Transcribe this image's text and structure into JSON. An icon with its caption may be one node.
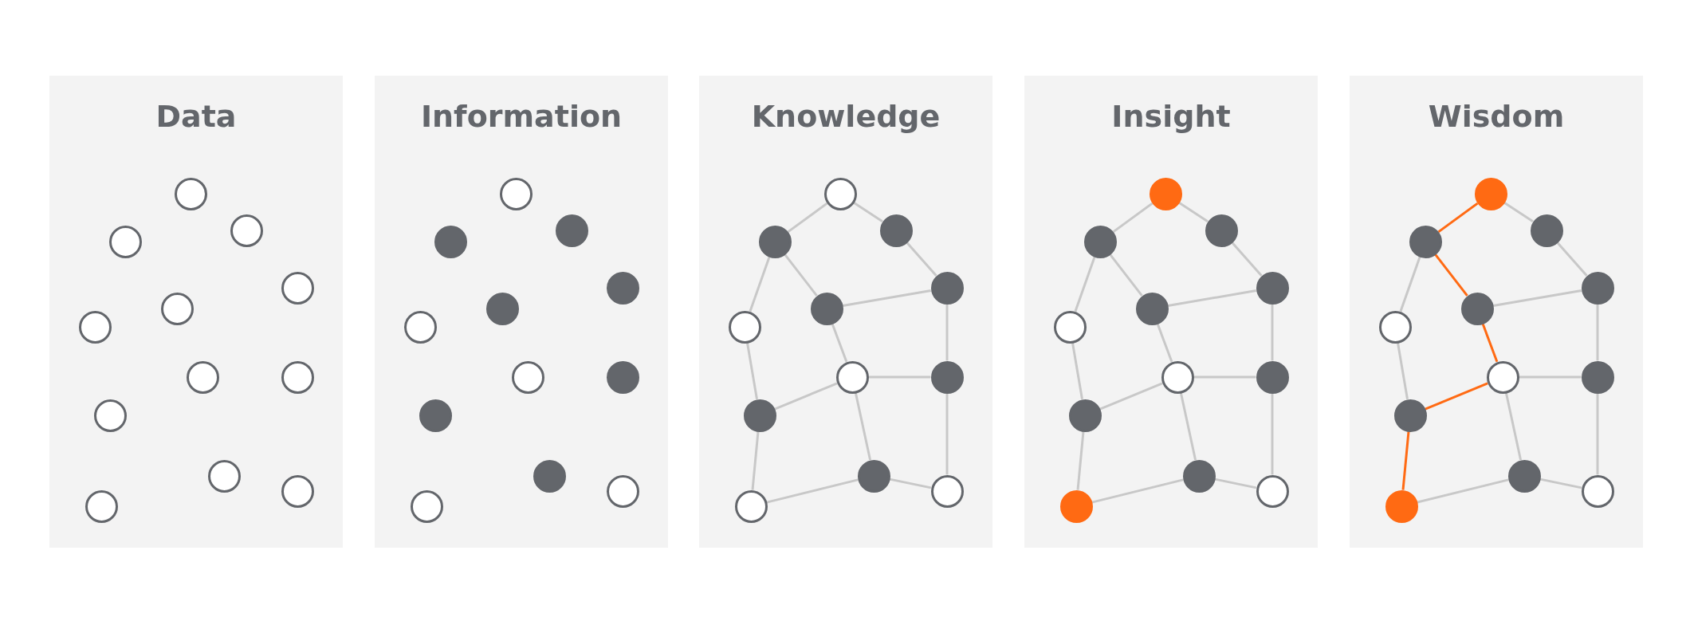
{
  "diagram": {
    "nodes": [
      {
        "text": [
          "Data"
        ]
      },
      {
        "text": [],
        "shape": "circle",
        "in": 0
      },
      {
        "text": [],
        "shape": "circle",
        "in": 0
      },
      {
        "text": [],
        "shape": "circle",
        "in": 0
      },
      {
        "text": [],
        "shape": "circle",
        "in": 0
      },
      {
        "text": [],
        "shape": "circle",
        "in": 0
      },
      {
        "text": [],
        "shape": "circle",
        "in": 0
      },
      {
        "text": [],
        "shape": "circle",
        "in": 0
      },
      {
        "text": [],
        "shape": "circle",
        "in": 0
      },
      {
        "text": [],
        "shape": "circle",
        "in": 0
      },
      {
        "text": [],
        "shape": "circle",
        "in": 0
      },
      {
        "text": [],
        "shape": "circle",
        "in": 0
      },
      {
        "text": [],
        "shape": "circle",
        "in": 0
      },
      {
        "text": [
          "Information"
        ]
      },
      {
        "text": [],
        "shape": "circle",
        "in": 13
      },
      {
        "text": [],
        "shape": "circle",
        "in": 13
      },
      {
        "text": [],
        "shape": "circle",
        "in": 13
      },
      {
        "text": [],
        "shape": "circle",
        "in": 13
      },
      {
        "text": [],
        "shape": "circle",
        "in": 13
      },
      {
        "text": [],
        "shape": "circle",
        "in": 13
      },
      {
        "text": [],
        "shape": "circle",
        "in": 13
      },
      {
        "text": [],
        "shape": "circle",
        "in": 13
      },
      {
        "text": [],
        "shape": "circle",
        "in": 13
      },
      {
        "text": [],
        "shape": "circle",
        "in": 13
      },
      {
        "text": [],
        "shape": "circle",
        "in": 13
      },
      {
        "text": [],
        "shape": "circle",
        "in": 13
      },
      {
        "text": [
          "Knowledge"
        ]
      },
      {
        "text": [],
        "shape": "circle",
        "in": 26
      },
      {
        "text": [],
        "shape": "circle",
        "in": 26
      },
      {
        "text": [],
        "shape": "circle",
        "in": 26
      },
      {
        "text": [],
        "shape": "circle",
        "in": 26
      },
      {
        "text": [],
        "shape": "circle",
        "in": 26
      },
      {
        "text": [],
        "shape": "circle",
        "in": 26
      },
      {
        "text": [],
        "shape": "circle",
        "in": 26
      },
      {
        "text": [],
        "shape": "circle",
        "in": 26
      },
      {
        "text": [],
        "shape": "circle",
        "in": 26
      },
      {
        "text": [],
        "shape": "circle",
        "in": 26
      },
      {
        "text": [],
        "shape": "circle",
        "in": 26
      },
      {
        "text": [],
        "shape": "circle",
        "in": 26
      },
      {
        "text": [
          "Insight"
        ]
      },
      {
        "text": [],
        "shape": "circle",
        "in": 39
      },
      {
        "text": [],
        "shape": "circle",
        "in": 39
      },
      {
        "text": [],
        "shape": "circle",
        "in": 39
      },
      {
        "text": [],
        "shape": "circle",
        "in": 39
      },
      {
        "text": [],
        "shape": "circle",
        "in": 39
      },
      {
        "text": [],
        "shape": "circle",
        "in": 39
      },
      {
        "text": [],
        "shape": "circle",
        "in": 39
      },
      {
        "text": [],
        "shape": "circle",
        "in": 39
      },
      {
        "text": [],
        "shape": "circle",
        "in": 39
      },
      {
        "text": [],
        "shape": "circle",
        "in": 39
      },
      {
        "text": [],
        "shape": "circle",
        "in": 39
      },
      {
        "text": [],
        "shape": "circle",
        "in": 39
      },
      {
        "text": [
          "Wisdom"
        ]
      },
      {
        "text": [],
        "shape": "circle",
        "in": 52
      },
      {
        "text": [],
        "shape": "circle",
        "in": 52
      },
      {
        "text": [],
        "shape": "circle",
        "in": 52
      },
      {
        "text": [],
        "shape": "circle",
        "in": 52
      },
      {
        "text": [],
        "shape": "circle",
        "in": 52
      },
      {
        "text": [],
        "shape": "circle",
        "in": 52
      },
      {
        "text": [],
        "shape": "circle",
        "in": 52
      },
      {
        "text": [],
        "shape": "circle",
        "in": 52
      },
      {
        "text": [],
        "shape": "circle",
        "in": 52
      },
      {
        "text": [],
        "shape": "circle",
        "in": 52
      },
      {
        "text": [],
        "shape": "circle",
        "in": 52
      },
      {
        "text": [],
        "shape": "circle",
        "in": 52
      }
    ],
    "edges": [
      {
        "from": 27,
        "to": 29,
        "arrow": "none"
      },
      {
        "from": 27,
        "to": 28,
        "arrow": "none"
      },
      {
        "from": 28,
        "to": 30,
        "arrow": "none"
      },
      {
        "from": 29,
        "to": 31,
        "arrow": "none"
      },
      {
        "from": 29,
        "to": 32,
        "arrow": "none"
      },
      {
        "from": 31,
        "to": 30,
        "arrow": "none"
      },
      {
        "from": 31,
        "to": 33,
        "arrow": "none"
      },
      {
        "from": 30,
        "to": 34,
        "arrow": "none"
      },
      {
        "from": 33,
        "to": 34,
        "arrow": "none"
      },
      {
        "from": 32,
        "to": 35,
        "arrow": "none"
      },
      {
        "from": 35,
        "to": 33,
        "arrow": "none"
      },
      {
        "from": 33,
        "to": 36,
        "arrow": "none"
      },
      {
        "from": 34,
        "to": 37,
        "arrow": "none"
      },
      {
        "from": 36,
        "to": 37,
        "arrow": "none"
      },
      {
        "from": 36,
        "to": 38,
        "arrow": "none"
      },
      {
        "from": 35,
        "to": 38,
        "arrow": "none"
      },
      {
        "from": 40,
        "to": 42,
        "arrow": "none"
      },
      {
        "from": 40,
        "to": 41,
        "arrow": "none"
      },
      {
        "from": 41,
        "to": 43,
        "arrow": "none"
      },
      {
        "from": 42,
        "to": 44,
        "arrow": "none"
      },
      {
        "from": 42,
        "to": 45,
        "arrow": "none"
      },
      {
        "from": 44,
        "to": 43,
        "arrow": "none"
      },
      {
        "from": 44,
        "to": 46,
        "arrow": "none"
      },
      {
        "from": 43,
        "to": 47,
        "arrow": "none"
      },
      {
        "from": 46,
        "to": 47,
        "arrow": "none"
      },
      {
        "from": 45,
        "to": 48,
        "arrow": "none"
      },
      {
        "from": 48,
        "to": 46,
        "arrow": "none"
      },
      {
        "from": 46,
        "to": 49,
        "arrow": "none"
      },
      {
        "from": 47,
        "to": 50,
        "arrow": "none"
      },
      {
        "from": 49,
        "to": 50,
        "arrow": "none"
      },
      {
        "from": 49,
        "to": 51,
        "arrow": "none"
      },
      {
        "from": 48,
        "to": 51,
        "arrow": "none"
      },
      {
        "from": 53,
        "to": 55,
        "arrow": "none",
        "color": "#ff6a13"
      },
      {
        "from": 53,
        "to": 54,
        "arrow": "none"
      },
      {
        "from": 54,
        "to": 56,
        "arrow": "none"
      },
      {
        "from": 55,
        "to": 57,
        "arrow": "none",
        "color": "#ff6a13"
      },
      {
        "from": 55,
        "to": 58,
        "arrow": "none"
      },
      {
        "from": 57,
        "to": 56,
        "arrow": "none"
      },
      {
        "from": 57,
        "to": 59,
        "arrow": "none",
        "color": "#ff6a13"
      },
      {
        "from": 56,
        "to": 60,
        "arrow": "none"
      },
      {
        "from": 59,
        "to": 60,
        "arrow": "none"
      },
      {
        "from": 58,
        "to": 61,
        "arrow": "none"
      },
      {
        "from": 61,
        "to": 59,
        "arrow": "none",
        "color": "#ff6a13"
      },
      {
        "from": 59,
        "to": 62,
        "arrow": "none"
      },
      {
        "from": 60,
        "to": 63,
        "arrow": "none"
      },
      {
        "from": 62,
        "to": 63,
        "arrow": "none"
      },
      {
        "from": 62,
        "to": 64,
        "arrow": "none"
      },
      {
        "from": 61,
        "to": 64,
        "arrow": "none",
        "color": "#ff6a13"
      }
    ]
  }
}
